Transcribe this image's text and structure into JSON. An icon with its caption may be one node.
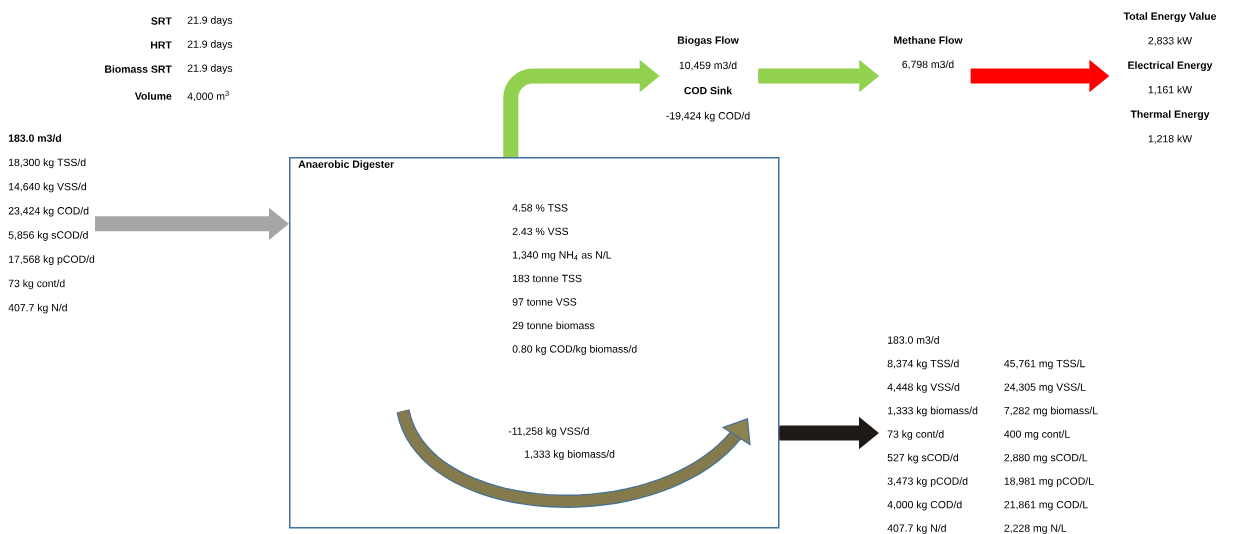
{
  "diagram": {
    "nodes": [
      {
        "text": [
          "183.0 m3/d",
          "18,300 kg TSS/d",
          "14,640 kg VSS/d",
          "23,424 kg COD/d",
          "5,856 kg sCOD/d",
          "17,568 kg pCOD/d",
          "73 kg cont/d",
          "407.7 kg N/d"
        ]
      },
      {
        "text": [
          "Anaerobic Digester",
          "4.58 % TSS",
          "2.43 % VSS",
          "1,340 mg NH$_{4}$ as N/L",
          "183 tonne TSS",
          "97 tonne VSS",
          "29 tonne biomass",
          "0.80 kg COD/kg biomass/d"
        ]
      },
      {
        "text": [
          "Biogas Flow",
          "10,459 m3/d",
          "COD Sink",
          "-19,424 kg COD/d"
        ]
      },
      {
        "text": [
          "Methane Flow",
          "6,798 m3/d"
        ]
      },
      {
        "text": [
          "Total Energy Value",
          "2,833 kW",
          "Electrical Energy",
          "1,161 kW",
          "Thermal Energy",
          "1,218 kW"
        ]
      },
      {
        "text": [
          "183.0 m3/d",
          "8,374 kg TSS/d",
          "45,761 mg TSS/L",
          "4,448 kg VSS/d",
          "24,305 mg VSS/L",
          "1,333 kg biomass/d",
          "7,282 mg biomass/L",
          "73 kg cont/d",
          "400 mg cont/L",
          "527 kg sCOD/d",
          "2,880 mg sCOD/L",
          "3,473 kg pCOD/d",
          "18,981 mg pCOD/L",
          "4,000 kg COD/d",
          "21,861 mg COD/L",
          "407.7 kg N/d",
          "2,228 mg N/L"
        ]
      }
    ],
    "edges": [
      {
        "from": 0,
        "to": 1,
        "arrow": "to",
        "color": "#a6a6a6"
      },
      {
        "from": 1,
        "to": 2,
        "arrow": "to"
      },
      {
        "from": 2,
        "to": 3,
        "arrow": "to"
      },
      {
        "from": 3,
        "to": 4,
        "arrow": "to",
        "color": "#ff0000"
      },
      {
        "from": 1,
        "to": 5,
        "arrow": "to",
        "color": "#1f1a17"
      }
    ],
    "labels": [
      "SRT",
      "21.9 days",
      "HRT",
      "21.9 days",
      "Biomass SRT",
      "21.9 days",
      "Volume",
      "4,000 m$^{3}$",
      "-11,258 kg VSS/d",
      "1,333 kg biomass/d"
    ]
  }
}
